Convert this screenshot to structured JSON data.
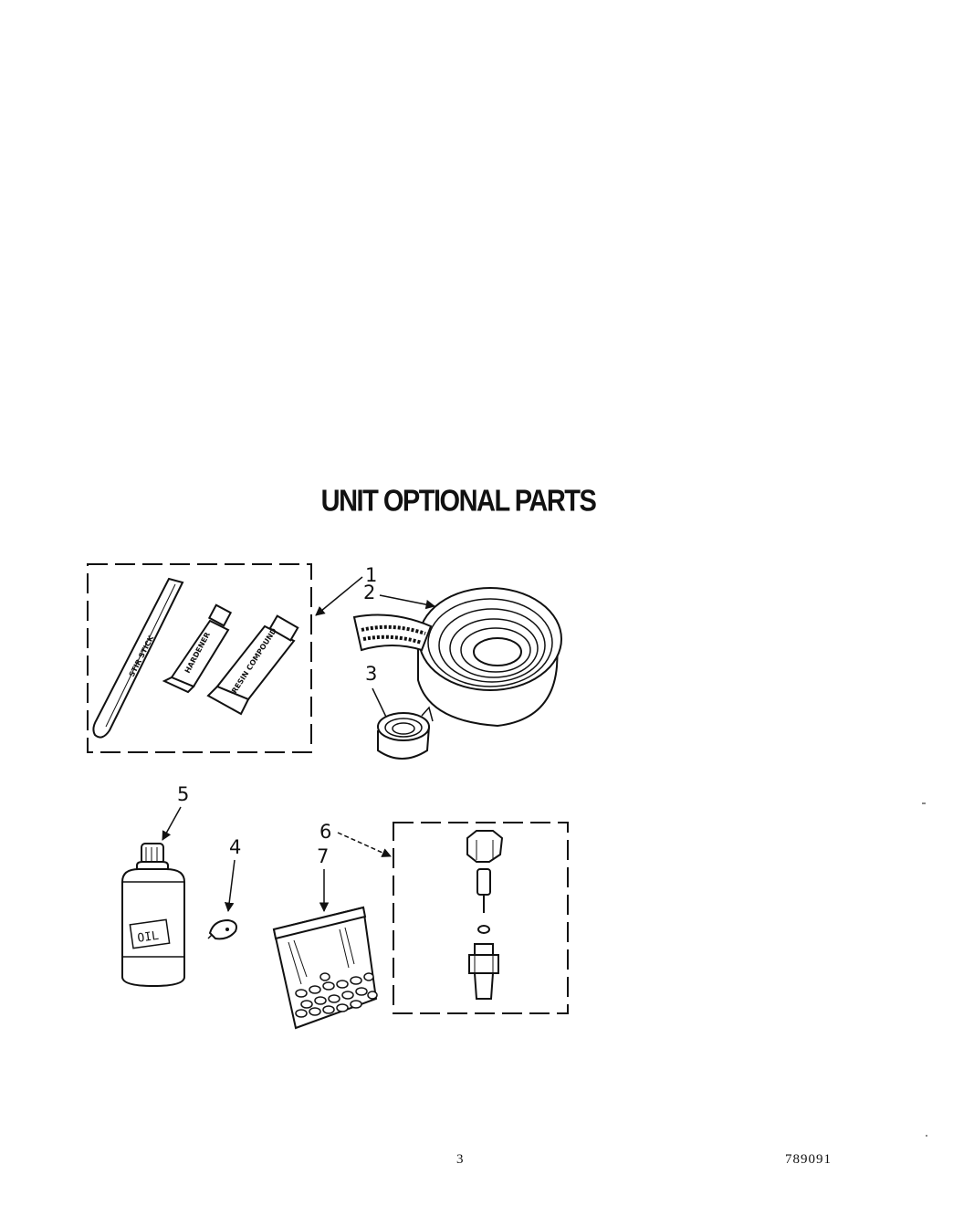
{
  "title": "UNIT OPTIONAL PARTS",
  "callouts": [
    "1",
    "2",
    "3",
    "4",
    "5",
    "6",
    "7"
  ],
  "kit_labels": {
    "stir_stick": "STIR STICK",
    "hardener": "HARDENER",
    "resin": "RESIN COMPOUND",
    "oil": "OIL"
  },
  "footer": {
    "page_number": "3",
    "document_number": "789091"
  }
}
